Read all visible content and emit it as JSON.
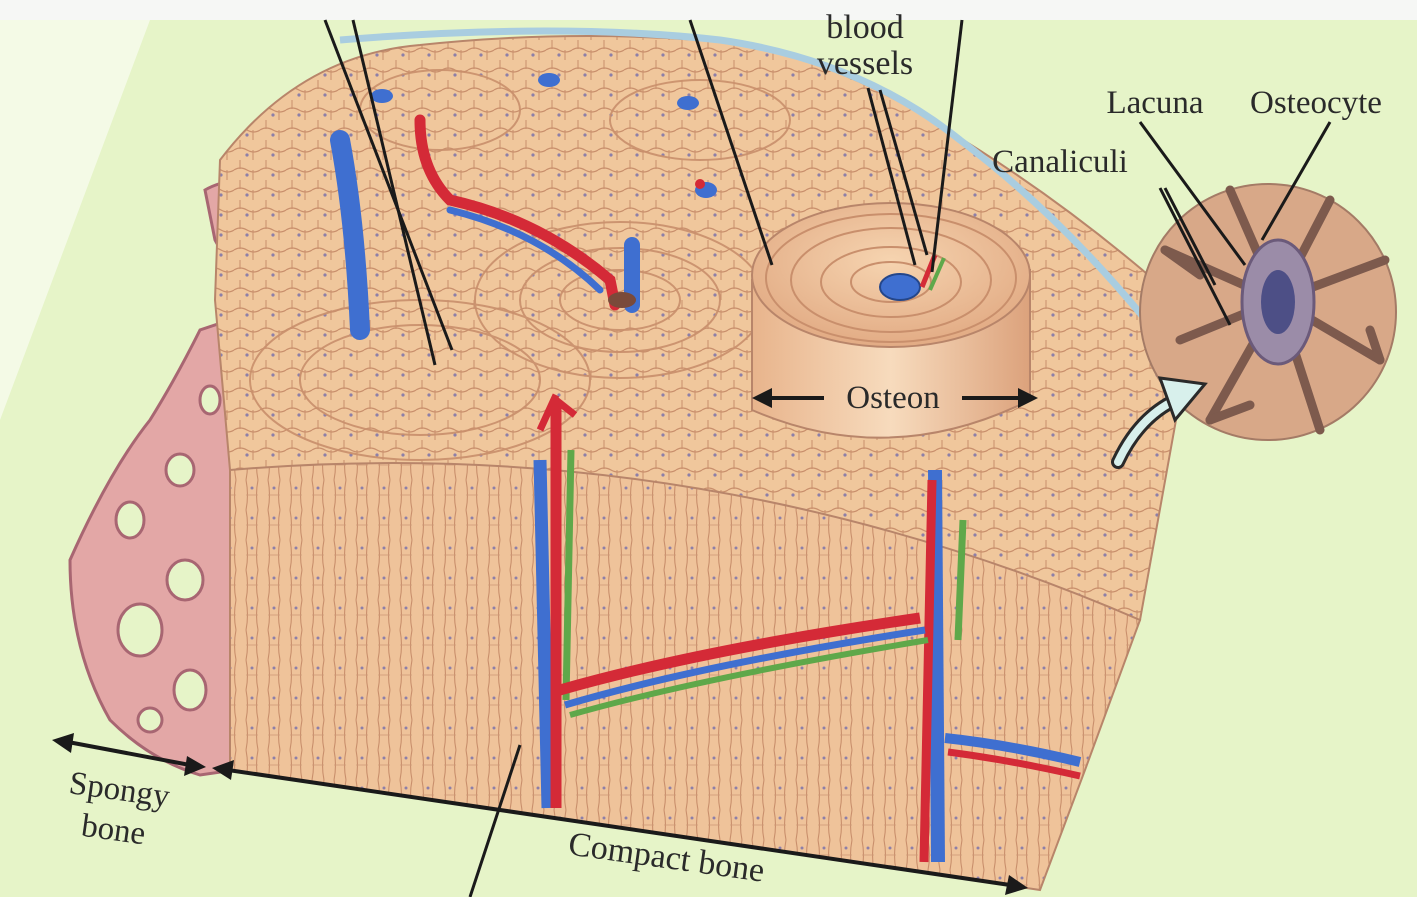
{
  "figure": {
    "labels": {
      "blood_vessels_line1": "blood",
      "blood_vessels_line2": "vessels",
      "lacuna": "Lacuna",
      "osteocyte": "Osteocyte",
      "canaliculi": "Canaliculi",
      "osteon": "Osteon",
      "spongy_line1": "Spongy",
      "spongy_line2": "bone",
      "compact_bone": "Compact bone"
    },
    "colors": {
      "background": "#e6f4c8",
      "bone_tissue": "#f0c79c",
      "bone_lines": "#c98f6c",
      "spongy": "#e3a7a6",
      "periosteum": "#a9cde0",
      "artery": "#d42a37",
      "vein": "#3f6fd0",
      "nerve": "#5fa84a",
      "osteocyte_cell": "#4d4f86"
    }
  }
}
